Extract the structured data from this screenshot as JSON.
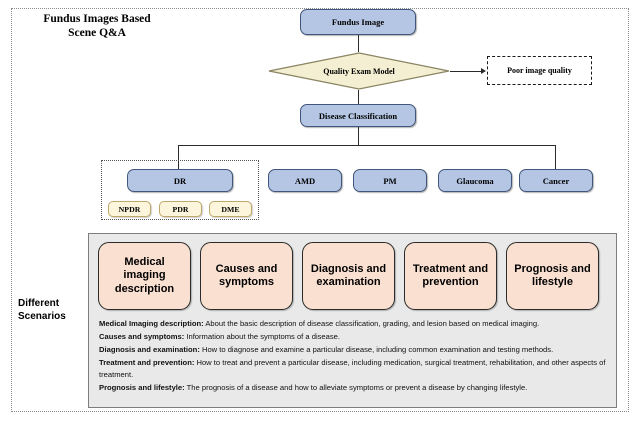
{
  "figure": {
    "title": "Fundus Images Based\nScene Q&A",
    "left_caption": "Different\nScenarios"
  },
  "colors": {
    "node_blue_fill": "#b4c6e3",
    "node_blue_border": "#41567c",
    "node_cream_fill": "#fdf6dc",
    "node_cream_border": "#bfa86a",
    "diamond_fill": "#f4efd2",
    "diamond_border": "#8a8463",
    "scenario_card_fill": "#fae0d0",
    "scenario_panel_fill": "#e9e9e9",
    "connector": "#2b2b2b"
  },
  "flow": {
    "fundus_image": "Fundus Image",
    "quality_exam_model": "Quality Exam Model",
    "poor_image_quality": "Poor image quality",
    "disease_classification": "Disease Classification"
  },
  "diseases": [
    {
      "label": "DR"
    },
    {
      "label": "AMD"
    },
    {
      "label": "PM"
    },
    {
      "label": "Glaucoma"
    },
    {
      "label": "Cancer"
    }
  ],
  "dr_subtypes": [
    {
      "label": "NPDR"
    },
    {
      "label": "PDR"
    },
    {
      "label": "DME"
    }
  ],
  "scenarios": [
    {
      "label": "Medical\nimaging\ndescription"
    },
    {
      "label": "Causes and\nsymptoms"
    },
    {
      "label": "Diagnosis and\nexamination"
    },
    {
      "label": "Treatment and\nprevention"
    },
    {
      "label": "Prognosis and\nlifestyle"
    }
  ],
  "scenario_descriptions": [
    {
      "term": "Medical Imaging description:",
      "text": " About the basic description of disease classification, grading, and lesion based on medical imaging."
    },
    {
      "term": "Causes and symptoms:",
      "text": " Information about the symptoms of a disease."
    },
    {
      "term": "Diagnosis and examination:",
      "text": " How to diagnose and examine a particular disease, including common examination and testing methods."
    },
    {
      "term": "Treatment and prevention:",
      "text": " How to treat and prevent a particular disease, including medication, surgical treatment, rehabilitation, and other aspects of treatment."
    },
    {
      "term": "Prognosis and lifestyle:",
      "text": " The prognosis of a disease and how to alleviate symptoms or prevent a disease by changing lifestyle."
    }
  ]
}
